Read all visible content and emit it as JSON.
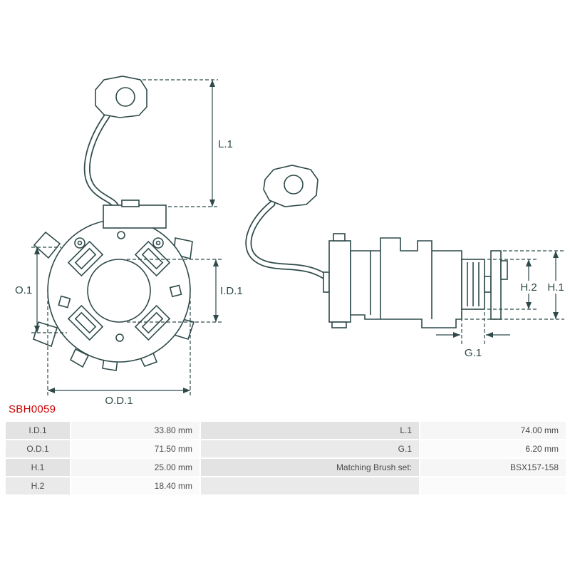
{
  "part_code": {
    "text": "SBH0059"
  },
  "drawing": {
    "dim_labels": {
      "l1": "L.1",
      "o1": "O.1",
      "id1": "I.D.1",
      "od1": "O.D.1",
      "h2": "H.2",
      "h1": "H.1",
      "g1": "G.1"
    }
  },
  "table": {
    "rows": [
      {
        "label_left": "I.D.1",
        "value_left": "33.80 mm",
        "label_right": "L.1",
        "value_right": "74.00 mm"
      },
      {
        "label_left": "O.D.1",
        "value_left": "71.50 mm",
        "label_right": "G.1",
        "value_right": "6.20 mm"
      },
      {
        "label_left": "H.1",
        "value_left": "25.00 mm",
        "label_right": "Matching Brush set:",
        "value_right": "BSX157-158"
      },
      {
        "label_left": "H.2",
        "value_left": "18.40 mm",
        "label_right": "",
        "value_right": ""
      }
    ]
  },
  "colors": {
    "accent_red": "#cc0000",
    "line": "#2f4a4a",
    "cell_label_bg": "#e3e3e3",
    "cell_value_bg": "#f6f6f6"
  }
}
